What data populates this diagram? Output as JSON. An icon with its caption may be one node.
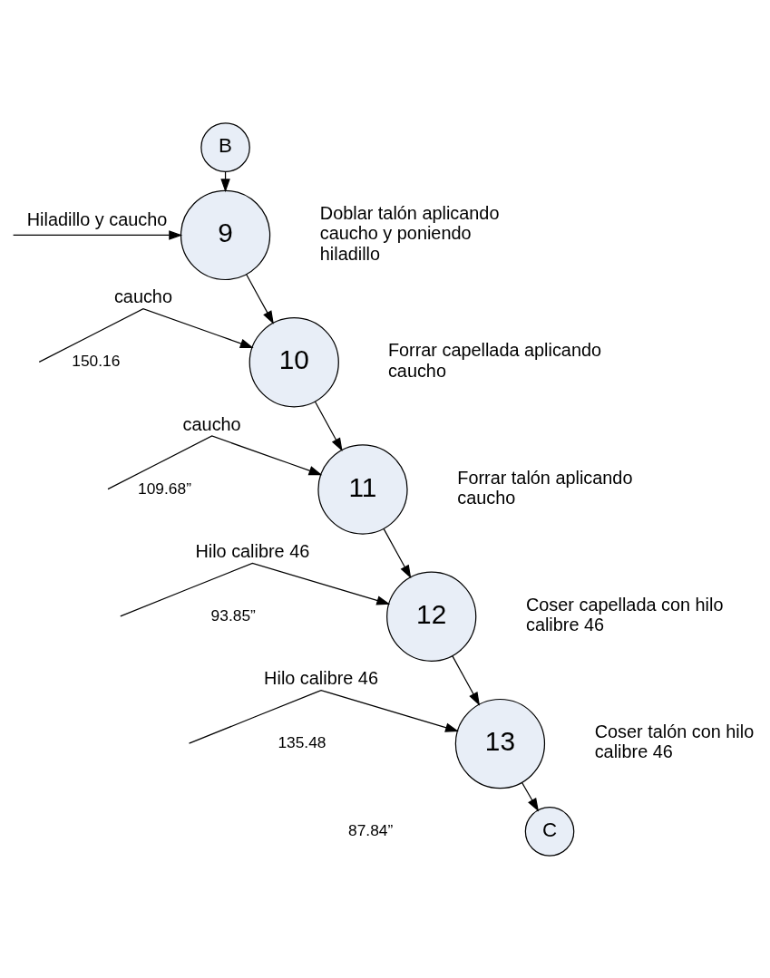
{
  "diagram": {
    "nodes": [
      {
        "text": [
          "B"
        ]
      },
      {
        "text": [
          "9"
        ],
        "beside": [
          "Doblar talón aplicando caucho y poniendo hiladillo"
        ]
      },
      {
        "text": [
          "10"
        ],
        "beside": [
          "Forrar capellada aplicando caucho"
        ]
      },
      {
        "text": [
          "11"
        ],
        "beside": [
          "Forrar talón aplicando caucho"
        ]
      },
      {
        "text": [
          "12"
        ],
        "beside": [
          "Coser capellada con hilo calibre 46"
        ]
      },
      {
        "text": [
          "13"
        ],
        "beside": [
          "Coser talón con hilo calibre 46"
        ]
      },
      {
        "text": [
          "C"
        ]
      }
    ],
    "edges": [
      {
        "from": 0,
        "to": 1,
        "arrow": "to"
      },
      {
        "from": null,
        "to": 1,
        "arrow": "to",
        "label": "Hiladillo y caucho"
      },
      {
        "from": 1,
        "to": 2,
        "arrow": "to"
      },
      {
        "from": null,
        "to": 2,
        "arrow": "to",
        "label": "caucho"
      },
      {
        "from": 2,
        "to": 3,
        "arrow": "to"
      },
      {
        "from": null,
        "to": 3,
        "arrow": "to",
        "label": "caucho"
      },
      {
        "from": 3,
        "to": 4,
        "arrow": "to"
      },
      {
        "from": null,
        "to": 4,
        "arrow": "to",
        "label": "Hilo calibre 46"
      },
      {
        "from": 4,
        "to": 5,
        "arrow": "to"
      },
      {
        "from": null,
        "to": 5,
        "arrow": "to",
        "label": "Hilo calibre 46"
      },
      {
        "from": 5,
        "to": 6,
        "arrow": "to"
      }
    ],
    "labels": [
      "150.16",
      "109.68”",
      "93.85”",
      "135.48",
      "87.84”"
    ]
  }
}
